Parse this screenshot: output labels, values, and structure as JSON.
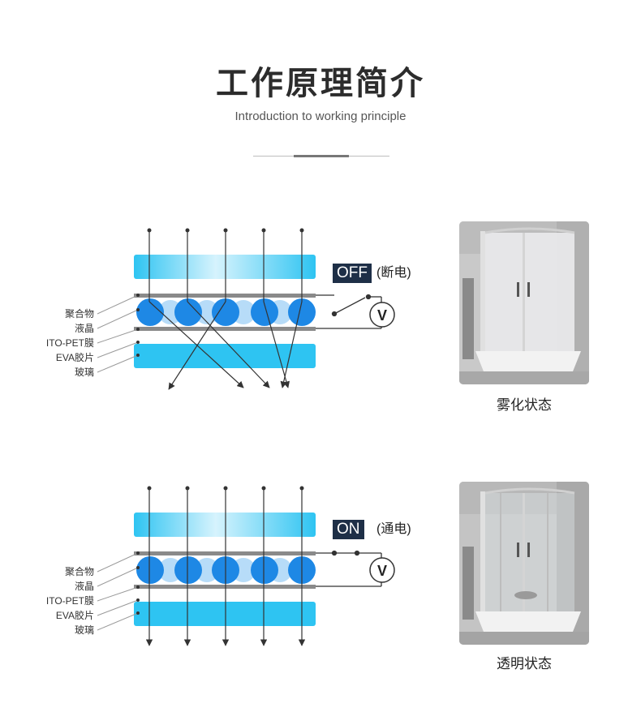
{
  "header": {
    "title": "工作原理简介",
    "subtitle": "Introduction to working principle"
  },
  "layers": [
    "聚合物",
    "液晶",
    "ITO-PET膜",
    "EVA胶片",
    "玻璃"
  ],
  "off_state": {
    "badge": "OFF",
    "note": "(断电)",
    "voltmeter": "V",
    "caption": "雾化状态"
  },
  "on_state": {
    "badge": "ON",
    "note": "(通电)",
    "voltmeter": "V",
    "caption": "透明状态"
  },
  "colors": {
    "glass": "#2ec4f2",
    "glass_light": "#d6f3fd",
    "crystal": "#1e88e5",
    "crystal_light": "#b7dcf8",
    "film": "#8a8a8a",
    "badge_bg": "#1e2f47",
    "line": "#333333"
  },
  "icons": {
    "voltmeter": "voltmeter-icon",
    "switch": "switch-icon"
  }
}
